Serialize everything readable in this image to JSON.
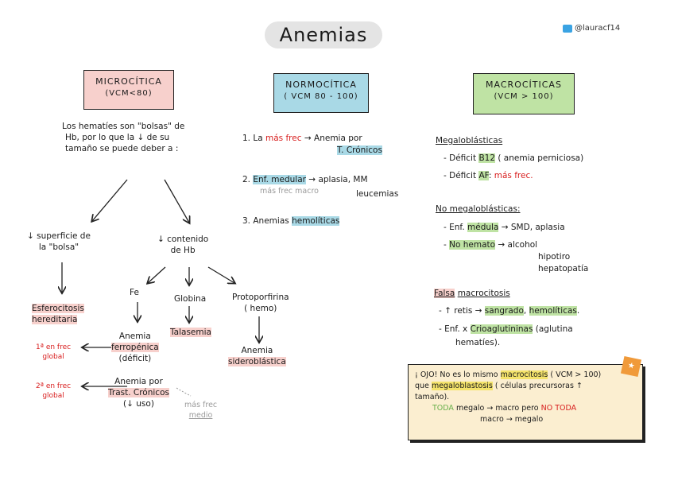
{
  "title": "Anemias",
  "twitter_handle": "@lauracf14",
  "icons": {
    "twitter": "twitter-bird-icon",
    "corner_badge": "orange-star-badge-icon"
  },
  "colors": {
    "pink": "#f7d0cc",
    "blue": "#a9d9e6",
    "green": "#bfe3a4",
    "yellow": "#f4e36b",
    "red": "#d81e1e",
    "note_bg": "#fbeed0"
  },
  "micro": {
    "heading": "MICROCÍTICA",
    "sub": "(VCM<80)",
    "intro": [
      "Los hematíes son \"bolsas\" de",
      "Hb, por lo que la ↓ de su",
      "tamaño se puede deber a :"
    ],
    "left_branch": [
      "↓ superficie de",
      "la \"bolsa\""
    ],
    "right_branch": [
      "↓ contenido",
      "de Hb"
    ],
    "esferocitosis": [
      "Esferocitosis",
      "hereditaria"
    ],
    "fe": "Fe",
    "globina": "Globina",
    "protoporfirina": [
      "Protoporfirina",
      "( hemo)"
    ],
    "anemia_fe": [
      "Anemia",
      "ferropénica",
      "(déficit)"
    ],
    "talasemia": "Talasemia",
    "anemia_sidero": [
      "Anemia",
      "sideroblástica"
    ],
    "first_frec": [
      "1ª en frec",
      "global"
    ],
    "second_frec": [
      "2ª en frec",
      "global"
    ],
    "anemia_cronicos": [
      "Anemia por",
      "Trast. Crónicos",
      "(↓ uso)"
    ],
    "mas_frec_medio": [
      "más frec",
      "medio"
    ]
  },
  "normo": {
    "heading": "NORMOCÍTICA",
    "sub": "( VCM 80 - 100)",
    "item1_num": "1.",
    "item1_pre": "La",
    "item1_red": "más frec",
    "item1_arrow": "→",
    "item1_post": "Anemia por",
    "item1_hl": "T. Crónicos",
    "item2_num": "2.",
    "item2_hl": "Enf. medular",
    "item2_arrow": "→",
    "item2_post": "aplasia, MM",
    "item2_post2": "leucemias",
    "item2_gray": "más frec macro",
    "item3_num": "3.",
    "item3_pre": "Anemias",
    "item3_hl": "hemolíticas"
  },
  "macro": {
    "heading": "MACROCÍTICAS",
    "sub": "(VCM > 100)",
    "megalo_title": "Megaloblásticas",
    "megalo_1_pre": "- Déficit",
    "megalo_1_hl": "B12",
    "megalo_1_post": "( anemia perniciosa)",
    "megalo_2_pre": "- Déficit",
    "megalo_2_hl": "AF",
    "megalo_2_sep": ":",
    "megalo_2_red": "más frec.",
    "nomegalo_title": "No megaloblásticas:",
    "nomegalo_1_pre": "- Enf.",
    "nomegalo_1_hl": "médula",
    "nomegalo_1_post": "→ SMD, aplasia",
    "nomegalo_2_pre": "-",
    "nomegalo_2_hl": "No hemato",
    "nomegalo_2_post": "→ alcohol",
    "nomegalo_2_b": "hipotiro",
    "nomegalo_2_c": "hepatopatía",
    "falsa_hl": "Falsa",
    "falsa_rest": "macrocitosis",
    "falsa_1_pre": "- ↑ retis →",
    "falsa_1_hl1": "sangrado",
    "falsa_1_sep": ",",
    "falsa_1_hl2": "hemolíticas",
    "falsa_1_end": ".",
    "falsa_2_pre": "- Enf. x",
    "falsa_2_hl": "Crioaglutininas",
    "falsa_2_post": "(aglutina",
    "falsa_2_b": "hematíes)."
  },
  "note": {
    "l1_pre": "¡ OJO! No es lo mismo",
    "l1_hl": "macrocitosis",
    "l1_post": "( VCM > 100)",
    "l2_pre": "que",
    "l2_hl": "megaloblastosis",
    "l2_post": "( células precursoras ↑",
    "l3": "tamaño).",
    "l4_a": "TODA",
    "l4_b": "megalo → macro pero",
    "l4_c": "NO TODA",
    "l5": "macro → megalo"
  }
}
